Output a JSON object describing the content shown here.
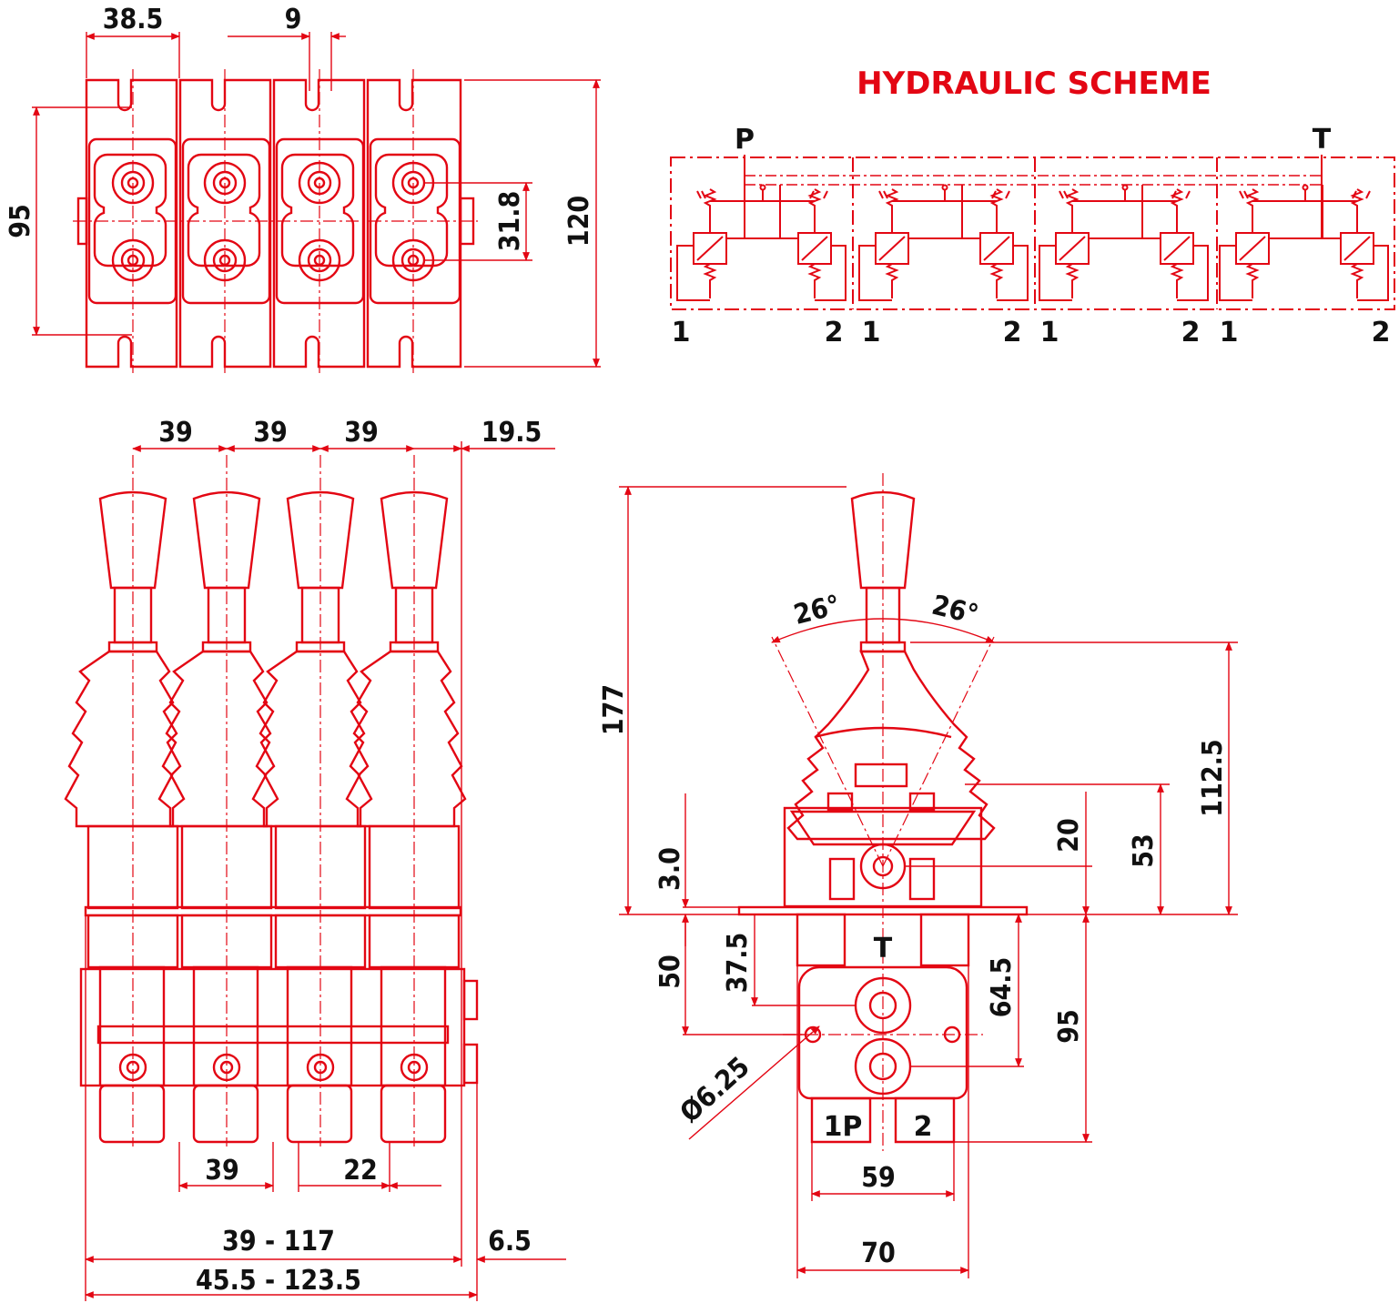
{
  "colors": {
    "accent": "#e30613",
    "text": "#111111",
    "dim": "#e30613"
  },
  "scheme": {
    "title": "HYDRAULIC SCHEME",
    "pressure_port": "P",
    "tank_port": "T",
    "sections": [
      {
        "left": "1",
        "right": "2"
      },
      {
        "left": "1",
        "right": "2"
      },
      {
        "left": "1",
        "right": "2"
      },
      {
        "left": "1",
        "right": "2"
      }
    ]
  },
  "top_view": {
    "section_width": "38.5",
    "slot": "9",
    "height_inner": "95",
    "port_spacing": "31.8",
    "height_total": "120"
  },
  "front_view": {
    "pitch_1": "39",
    "pitch_2": "39",
    "pitch_3": "39",
    "edge": "19.5",
    "bottom_pitch": "39",
    "bottom_gap": "22",
    "range_inner": "39 - 117",
    "range_outer": "45.5 - 123.5",
    "offset": "6.5"
  },
  "side_view": {
    "angle_left": "26°",
    "angle_right": "26°",
    "total_height": "177",
    "handle_height": "112.5",
    "height_53": "53",
    "height_20": "20",
    "flange": "3.0",
    "depth_50": "50",
    "depth_37_5": "37.5",
    "depth_64_5": "64.5",
    "depth_95": "95",
    "hole_dia": "Ø6.25",
    "port_t": "T",
    "port_1p": "1P",
    "port_2": "2",
    "width_59": "59",
    "width_70": "70"
  }
}
